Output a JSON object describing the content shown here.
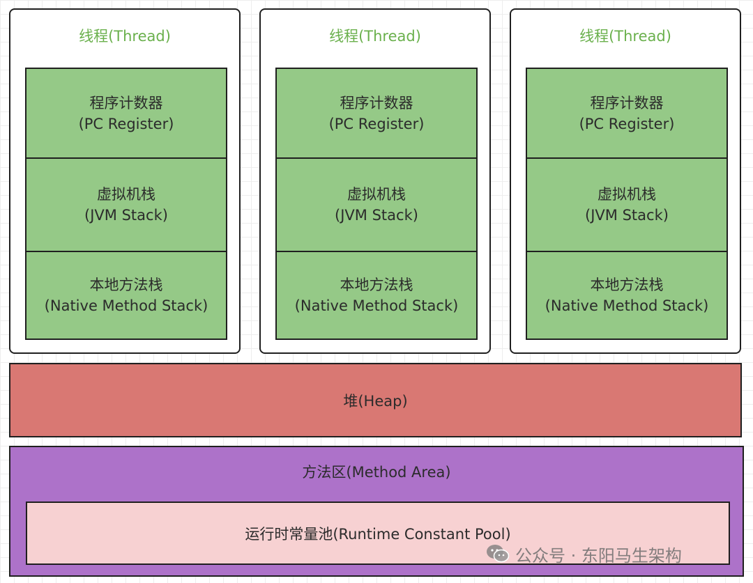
{
  "threads": [
    {
      "title": "线程(Thread)",
      "pc_register": {
        "zh": "程序计数器",
        "en": "(PC Register)"
      },
      "jvm_stack": {
        "zh": "虚拟机栈",
        "en": "(JVM Stack)"
      },
      "native_stack": {
        "zh": "本地方法栈",
        "en": "(Native Method Stack)"
      }
    },
    {
      "title": "线程(Thread)",
      "pc_register": {
        "zh": "程序计数器",
        "en": "(PC Register)"
      },
      "jvm_stack": {
        "zh": "虚拟机栈",
        "en": "(JVM Stack)"
      },
      "native_stack": {
        "zh": "本地方法栈",
        "en": "(Native Method Stack)"
      }
    },
    {
      "title": "线程(Thread)",
      "pc_register": {
        "zh": "程序计数器",
        "en": "(PC Register)"
      },
      "jvm_stack": {
        "zh": "虚拟机栈",
        "en": "(JVM Stack)"
      },
      "native_stack": {
        "zh": "本地方法栈",
        "en": "(Native Method Stack)"
      }
    }
  ],
  "heap": {
    "label": "堆(Heap)"
  },
  "method_area": {
    "label": "方法区(Method Area)",
    "runtime_constant_pool": "运行时常量池(Runtime Constant Pool)"
  },
  "watermark": {
    "text": "公众号 · 东阳马生架构",
    "icon": "wechat-icon"
  },
  "colors": {
    "thread_title": "#6ab04c",
    "stack_fill": "#95c987",
    "heap_fill": "#d97873",
    "method_area_fill": "#ad72c9",
    "pool_fill": "#f7d1d2"
  }
}
